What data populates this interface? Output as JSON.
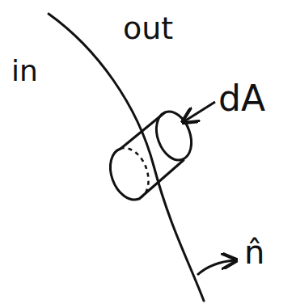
{
  "diagram": {
    "labels": [
      "in",
      "out",
      "dA",
      "n̂"
    ]
  }
}
